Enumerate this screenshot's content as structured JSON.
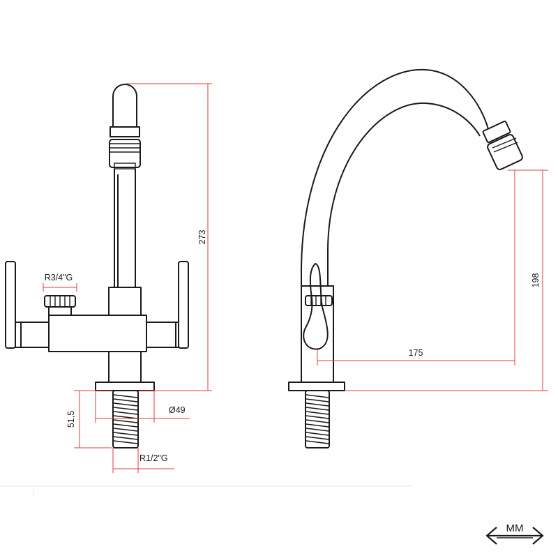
{
  "front_view": {
    "height_total": "273",
    "connection_top": "R3/4\"G",
    "shank_length": "51,5",
    "base_diameter": "Ø49",
    "thread_bottom": "R1/2\"G"
  },
  "side_view": {
    "spout_height": "198",
    "spout_reach": "175"
  },
  "units": {
    "label": "MM"
  },
  "colors": {
    "dimension_line": "#e23b3b",
    "object_line": "#1a1a1a"
  }
}
